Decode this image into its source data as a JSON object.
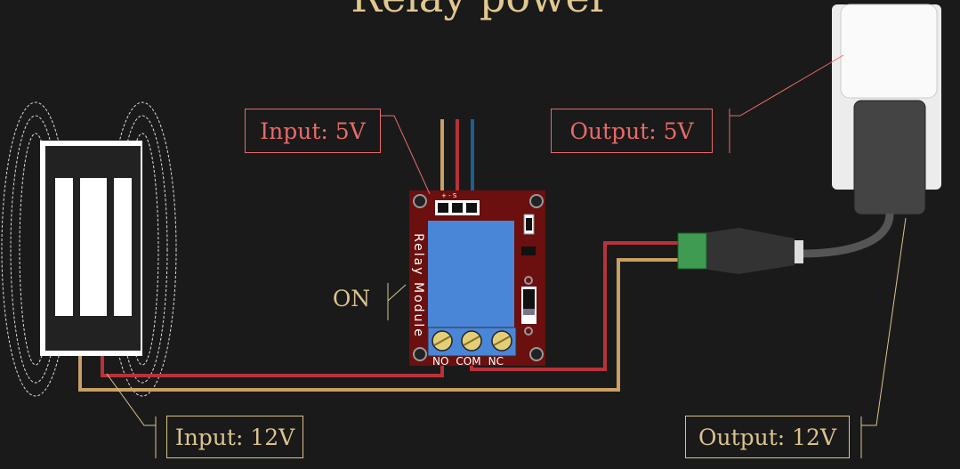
{
  "title": "Relay power",
  "labels": {
    "input_5v": "Input: 5V",
    "output_5v": "Output: 5V",
    "on": "ON",
    "input_12v": "Input: 12V",
    "output_12v": "Output: 12V"
  },
  "relay_module": {
    "side_text": "Relay Module",
    "pins": [
      "+",
      "-",
      "S"
    ],
    "terminals": [
      "NO",
      "COM",
      "NC"
    ]
  },
  "colors": {
    "background": "#1a1a1a",
    "title": "#e1c88e",
    "input_5v_accent": "#e66a6a",
    "power_accent": "#dcc38c",
    "board": "#6b0f0f",
    "relay": "#4a86d8",
    "wire_red": "#b8323a",
    "wire_tan": "#c9a063",
    "wire_blue": "#1f5f8f"
  }
}
